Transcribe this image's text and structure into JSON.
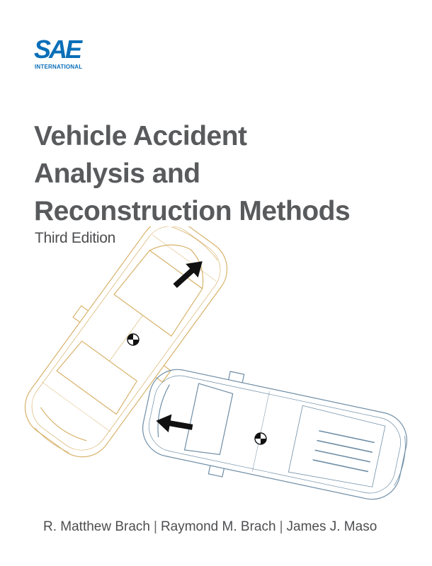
{
  "publisher": {
    "logo_mark": "SAE",
    "logo_sub": "INTERNATIONAL",
    "brand_color": "#0a6fb8"
  },
  "book": {
    "title_lines": [
      "Vehicle Accident",
      "Analysis and",
      "Reconstruction Methods"
    ],
    "edition": "Third Edition",
    "authors": [
      "R. Matthew Brach",
      "Raymond M. Brach",
      "James J. Maso"
    ],
    "author_separator": "|"
  },
  "illustration": {
    "vehicle_1": {
      "color": "#d7b26a",
      "marker": "center-of-mass-icon",
      "arrow": "arrow-up-right-icon"
    },
    "vehicle_2": {
      "color": "#6f8ea6",
      "marker": "center-of-mass-icon",
      "arrow": "arrow-left-icon"
    }
  }
}
